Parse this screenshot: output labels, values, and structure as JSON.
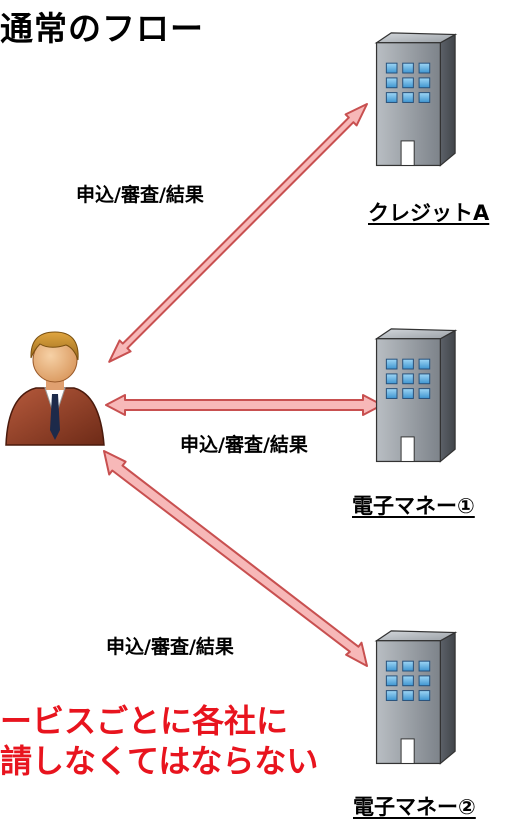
{
  "title": "通常のフロー",
  "edges": [
    {
      "label": "申込/審査/結果"
    },
    {
      "label": "申込/審査/結果"
    },
    {
      "label": "申込/審査/結果"
    }
  ],
  "buildings": [
    {
      "label": "クレジットA"
    },
    {
      "label": "電子マネー①"
    },
    {
      "label": "電子マネー②"
    }
  ],
  "warning": {
    "line1": "ービスごとに各社に",
    "line2": "請しなくてはならない"
  },
  "icons": {
    "person": "businessman-icon",
    "building": "office-building-icon",
    "arrow": "double-arrow"
  },
  "colors": {
    "arrow_fill": "#f7b8b8",
    "arrow_stroke": "#c85050",
    "warning_text": "#e8141e",
    "building_body": "#8a9096",
    "window": "#5fb2e6"
  }
}
